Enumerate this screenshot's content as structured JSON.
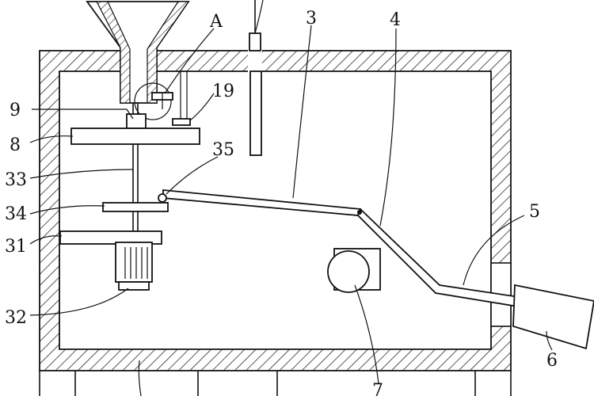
{
  "labels": {
    "p3": "3",
    "p4": "4",
    "pA": "A",
    "p19": "19",
    "p9": "9",
    "p8": "8",
    "p35": "35",
    "p33": "33",
    "p34": "34",
    "p31": "31",
    "p5": "5",
    "p32": "32",
    "p6": "6",
    "p7": "7"
  },
  "colors": {
    "line": "#111111",
    "background": "#ffffff"
  }
}
